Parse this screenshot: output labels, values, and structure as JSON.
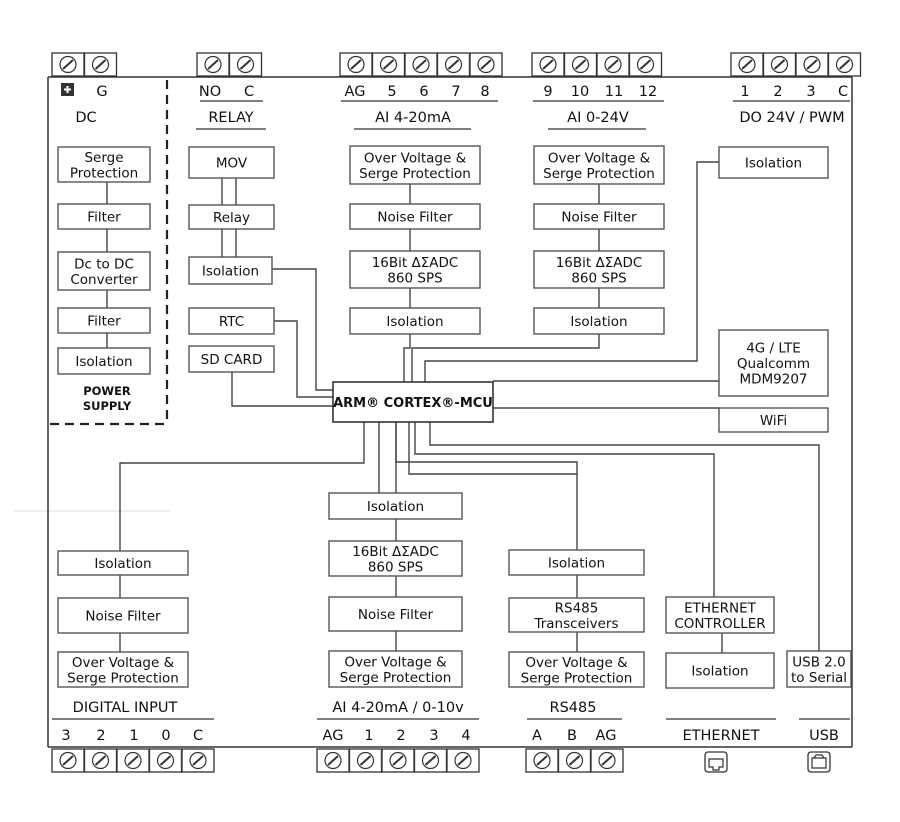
{
  "top_connectors": {
    "dc": {
      "title": "DC",
      "pins": [
        "G"
      ],
      "plus_icon": "plus-square-icon"
    },
    "relay": {
      "title": "RELAY",
      "pins": [
        "NO",
        "C"
      ]
    },
    "ai_4_20": {
      "title": "AI 4-20mA",
      "pins": [
        "AG",
        "5",
        "6",
        "7",
        "8"
      ]
    },
    "ai_0_24": {
      "title": "AI 0-24V",
      "pins": [
        "9",
        "10",
        "11",
        "12"
      ]
    },
    "do": {
      "title": "DO 24V / PWM",
      "pins": [
        "1",
        "2",
        "3",
        "C"
      ]
    }
  },
  "bottom_connectors": {
    "digital_input": {
      "title": "DIGITAL INPUT",
      "pins": [
        "3",
        "2",
        "1",
        "0",
        "C"
      ]
    },
    "ai_mixed": {
      "title": "AI 4-20mA / 0-10v",
      "pins": [
        "AG",
        "1",
        "2",
        "3",
        "4"
      ]
    },
    "rs485": {
      "title": "RS485",
      "pins": [
        "A",
        "B",
        "AG"
      ]
    },
    "ethernet": {
      "title": "ETHERNET",
      "icon": "ethernet-port-icon"
    },
    "usb": {
      "title": "USB",
      "icon": "usb-port-icon"
    }
  },
  "power_supply": {
    "blocks": [
      [
        "Serge",
        "Protection"
      ],
      [
        "Filter"
      ],
      [
        "Dc to DC",
        "Converter"
      ],
      [
        "Filter"
      ],
      [
        "Isolation"
      ]
    ],
    "title": [
      "POWER",
      "SUPPLY"
    ]
  },
  "relay_chain": {
    "blocks": [
      "MOV",
      "Relay",
      "Isolation"
    ]
  },
  "rtc": "RTC",
  "sd_card": "SD CARD",
  "ai_chain_1": {
    "blocks": [
      [
        "Over Voltage &",
        "Serge Protection"
      ],
      [
        "Noise Filter"
      ],
      [
        "16Bit ΔΣADC",
        "860 SPS"
      ],
      [
        "Isolation"
      ]
    ]
  },
  "ai_chain_2": {
    "blocks": [
      [
        "Over Voltage &",
        "Serge Protection"
      ],
      [
        "Noise Filter"
      ],
      [
        "16Bit ΔΣADC",
        "860 SPS"
      ],
      [
        "Isolation"
      ]
    ]
  },
  "do_isolation": "Isolation",
  "lte": [
    "4G / LTE",
    "Qualcomm",
    "MDM9207"
  ],
  "wifi": "WiFi",
  "mcu": "ARM® CORTEX®-MCU",
  "di_chain": {
    "blocks": [
      [
        "Isolation"
      ],
      [
        "Noise Filter"
      ],
      [
        "Over Voltage &",
        "Serge Protection"
      ]
    ]
  },
  "ai_chain_3": {
    "blocks": [
      [
        "Isolation"
      ],
      [
        "16Bit ΔΣADC",
        "860 SPS"
      ],
      [
        "Noise Filter"
      ],
      [
        "Over Voltage &",
        "Serge Protection"
      ]
    ]
  },
  "rs485_chain": {
    "blocks": [
      [
        "Isolation"
      ],
      [
        "RS485",
        "Transceivers"
      ],
      [
        "Over Voltage &",
        "Serge Protection"
      ]
    ]
  },
  "eth_chain": {
    "blocks": [
      [
        "ETHERNET",
        "CONTROLLER"
      ],
      [
        "Isolation"
      ]
    ]
  },
  "usb_box": [
    "USB 2.0",
    "to Serial"
  ]
}
